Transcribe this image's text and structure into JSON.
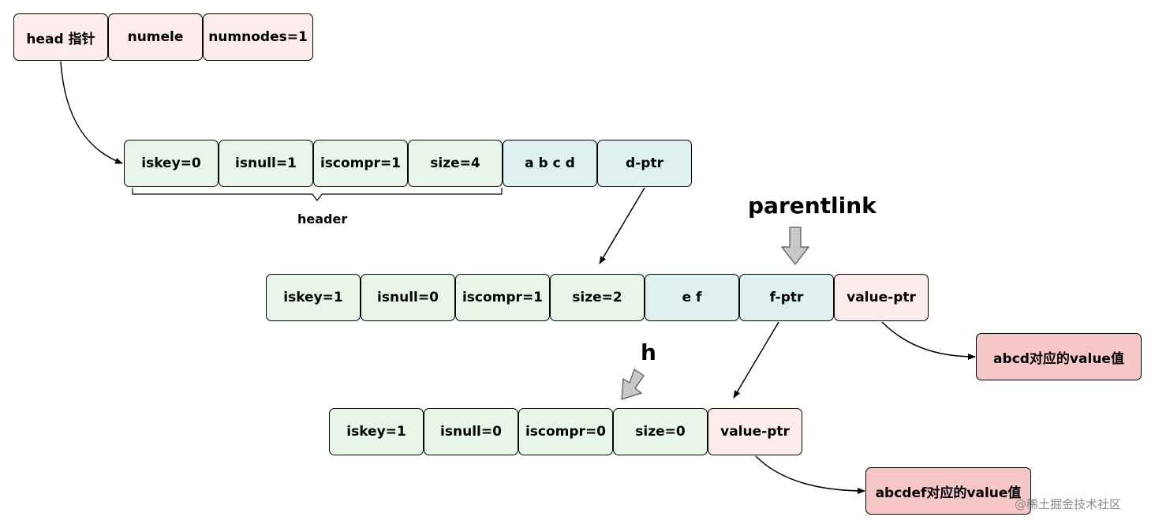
{
  "head_row": [
    "head 指针",
    "numele",
    "numnodes=1"
  ],
  "node1": {
    "header": [
      "iskey=0",
      "isnull=1",
      "iscompr=1",
      "size=4"
    ],
    "data": "a b c d",
    "ptr": "d-ptr",
    "brace_label": "header"
  },
  "node2": {
    "header": [
      "iskey=1",
      "isnull=0",
      "iscompr=1",
      "size=2"
    ],
    "data": "e f",
    "ptr": "f-ptr",
    "value_ptr": "value-ptr",
    "pointer_label": "parentlink"
  },
  "node3": {
    "header": [
      "iskey=1",
      "isnull=0",
      "iscompr=0",
      "size=0"
    ],
    "value_ptr": "value-ptr",
    "pointer_label": "h"
  },
  "values": {
    "abcd": "abcd对应的value值",
    "abcdef": "abcdef对应的value值"
  },
  "watermark": "@稀土掘金技术社区",
  "colors": {
    "pink": "#fcecec",
    "green": "#e8f5e9",
    "cyan": "#dff0f0",
    "red": "#f5c7c7",
    "block_arrow": "#c8c8c8"
  }
}
